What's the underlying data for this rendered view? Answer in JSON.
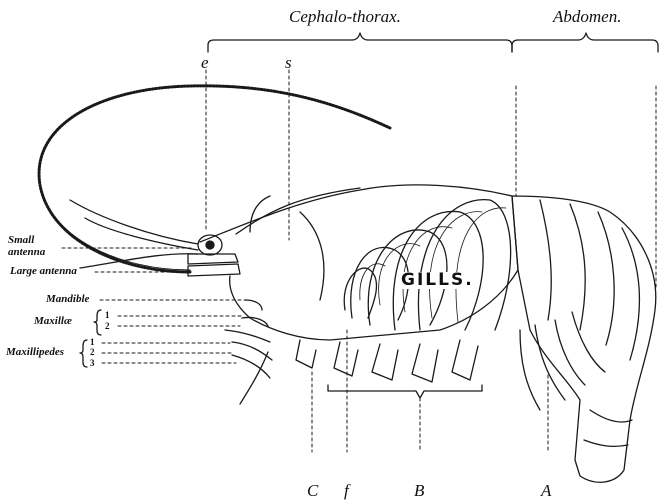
{
  "regions": {
    "cephalothorax": "Cephalo-thorax.",
    "abdomen": "Abdomen."
  },
  "top_letters": {
    "e": "e",
    "s": "s"
  },
  "bottom_letters": {
    "C": "C",
    "f": "f",
    "B": "B",
    "A": "A"
  },
  "center_label": "GILLS.",
  "side_labels": {
    "small_antenna": "Small antenna",
    "large_antenna": "Large antenna",
    "mandible": "Mandible",
    "maxillae": "Maxillæ",
    "maxillipedes": "Maxillipedes"
  },
  "maxillae_numbers": [
    "1",
    "2"
  ],
  "maxillipedes_numbers": [
    "1",
    "2",
    "3"
  ],
  "colors": {
    "ink": "#1a1a1a",
    "paper": "#ffffff"
  }
}
